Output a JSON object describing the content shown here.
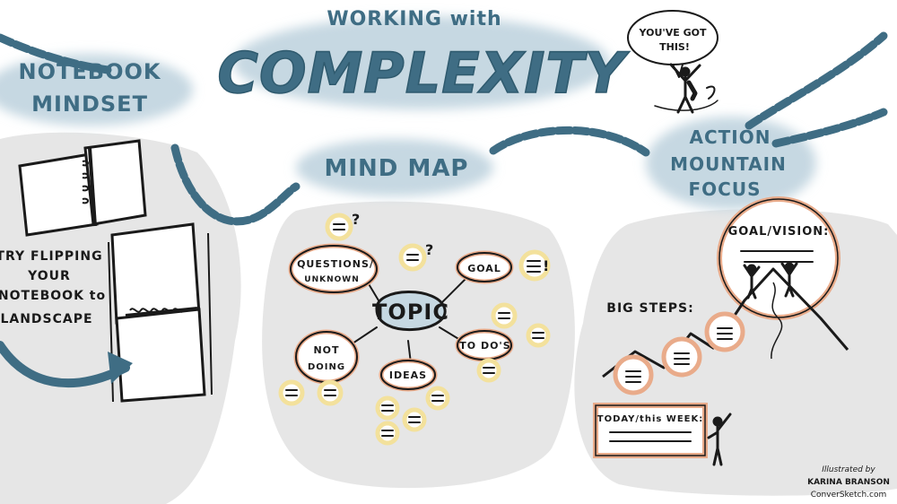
{
  "header": {
    "subtitle": "WORKING with",
    "title": "COMPLEXITY",
    "speech": [
      "YOU'VE GOT",
      "THIS!"
    ]
  },
  "notebook": {
    "heading": [
      "NOTEBOOK",
      "MINDSET"
    ],
    "tip": [
      "TRY FLIPPING",
      "YOUR",
      "NOTEBOOK to",
      "LANDSCAPE"
    ]
  },
  "mindmap": {
    "heading": "MIND MAP",
    "center": "TOPIC",
    "nodes": {
      "questions": [
        "QUESTIONS/",
        "UNKNOWN"
      ],
      "goal": "GOAL",
      "todo": "TO DO'S",
      "ideas": "IDEAS",
      "not_doing": [
        "NOT",
        "DOING"
      ]
    },
    "marks": {
      "question": "?",
      "exclaim": "!"
    }
  },
  "action": {
    "heading": [
      "ACTION",
      "MOUNTAIN",
      "FOCUS"
    ],
    "goal_label": "GOAL/VISION:",
    "steps_label": "BIG STEPS:",
    "today_label": "TODAY/this WEEK:"
  },
  "credit": [
    "Illustrated by",
    "KARINA BRANSON",
    "ConverSketch.com"
  ],
  "colors": {
    "accent_blue": "#3f6d84",
    "wash_blue": "#c6d8e2",
    "panel_gray": "#e6e6e6",
    "peach": "#e9ab8a",
    "yellow": "#f3e19c"
  }
}
